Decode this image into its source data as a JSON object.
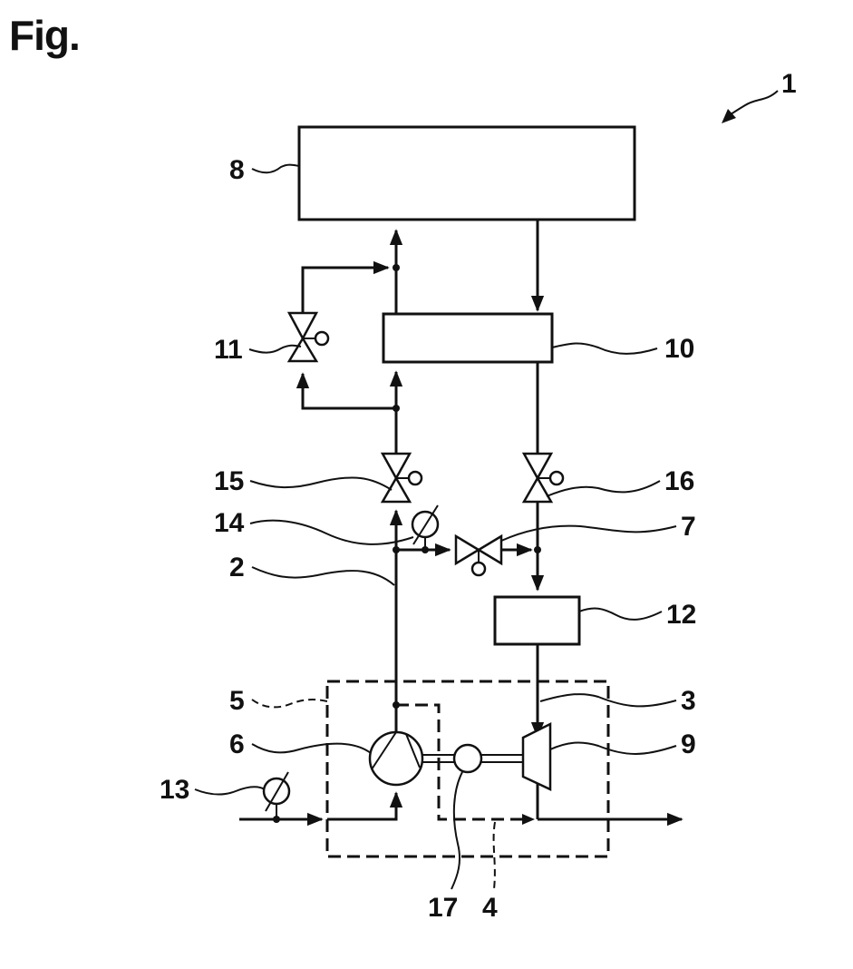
{
  "figure": {
    "title": "Fig.",
    "reference_label": "1"
  },
  "components": {
    "fuel_cell_stack": {
      "label": "8"
    },
    "humidifier": {
      "label": "10"
    },
    "humidifier_bypass_valve": {
      "label": "11"
    },
    "cathode_inlet_shutoff_valve": {
      "label": "15"
    },
    "cathode_outlet_shutoff_valve": {
      "label": "16"
    },
    "pressure_sensor_supply": {
      "label": "14"
    },
    "system_bypass_valve": {
      "label": "7"
    },
    "supply_line": {
      "label": "2"
    },
    "water_separator": {
      "label": "12"
    },
    "exhaust_line": {
      "label": "3"
    },
    "air_supply_unit": {
      "label": "5"
    },
    "compressor": {
      "label": "6"
    },
    "turbine": {
      "label": "9"
    },
    "inlet_sensor": {
      "label": "13"
    },
    "electric_motor": {
      "label": "17"
    },
    "recirculation_line": {
      "label": "4"
    }
  }
}
